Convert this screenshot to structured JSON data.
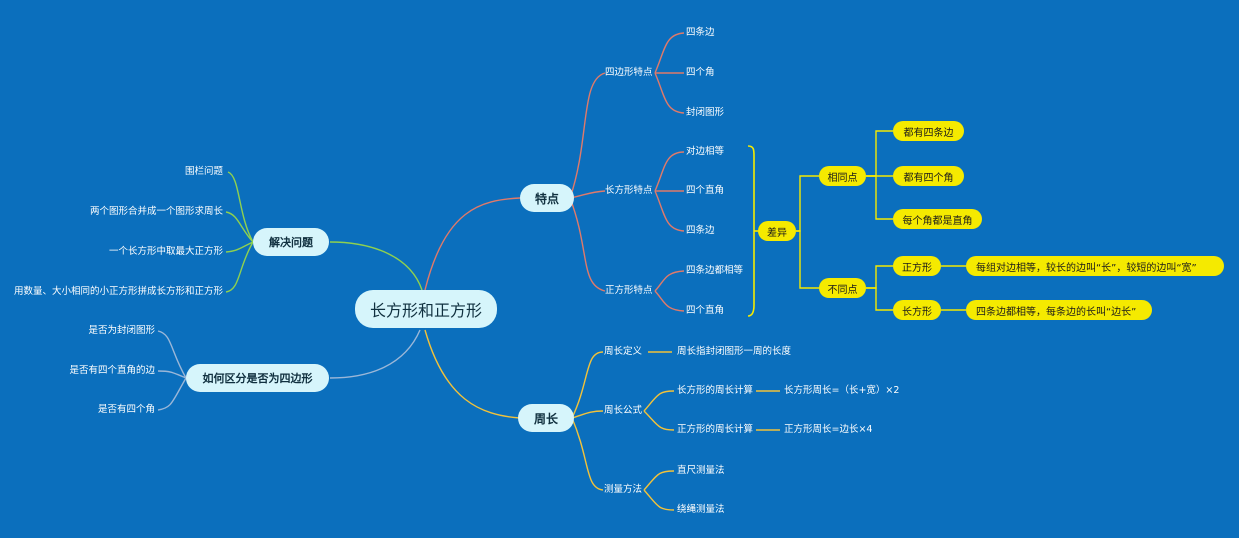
{
  "root": "长方形和正方形",
  "features": {
    "label": "特点",
    "quad": {
      "label": "四边形特点",
      "items": [
        "四条边",
        "四个角",
        "封闭图形"
      ]
    },
    "rect": {
      "label": "长方形特点",
      "items": [
        "对边相等",
        "四个直角",
        "四条边"
      ]
    },
    "square": {
      "label": "正方形特点",
      "items": [
        "四条边都相等",
        "四个直角"
      ]
    },
    "diff": {
      "label": "差异",
      "same": {
        "label": "相同点",
        "items": [
          "都有四条边",
          "都有四个角",
          "每个角都是直角"
        ]
      },
      "different": {
        "label": "不同点",
        "square": {
          "label": "正方形",
          "desc": "每组对边相等，较长的边叫“长”，较短的边叫“宽”"
        },
        "rect": {
          "label": "长方形",
          "desc": "四条边都相等，每条边的长叫“边长”"
        }
      }
    }
  },
  "perimeter": {
    "label": "周长",
    "definition": {
      "label": "周长定义",
      "value": "周长指封闭图形一周的长度"
    },
    "formula": {
      "label": "周长公式",
      "rect": {
        "label": "长方形的周长计算",
        "value": "长方形周长=（长+宽）×2"
      },
      "square": {
        "label": "正方形的周长计算",
        "value": "正方形周长=边长×4"
      }
    },
    "measure": {
      "label": "测量方法",
      "items": [
        "直尺测量法",
        "绕绳测量法"
      ]
    }
  },
  "solve": {
    "label": "解决问题",
    "items": [
      "围栏问题",
      "两个图形合并成一个图形求周长",
      "一个长方形中取最大正方形",
      "用数量、大小相同的小正方形拼成长方形和正方形"
    ]
  },
  "distinguish": {
    "label": "如何区分是否为四边形",
    "items": [
      "是否为封闭图形",
      "是否有四个直角的边",
      "是否有四个角"
    ]
  },
  "colors": {
    "background": "#0b6fbd",
    "pill": "#d6f5fb",
    "highlight": "#f5ea00",
    "branch_features": "#e07a6a",
    "branch_perimeter": "#f2c23a",
    "branch_solve": "#8fd14f",
    "branch_distinguish": "#9bb7d8"
  }
}
